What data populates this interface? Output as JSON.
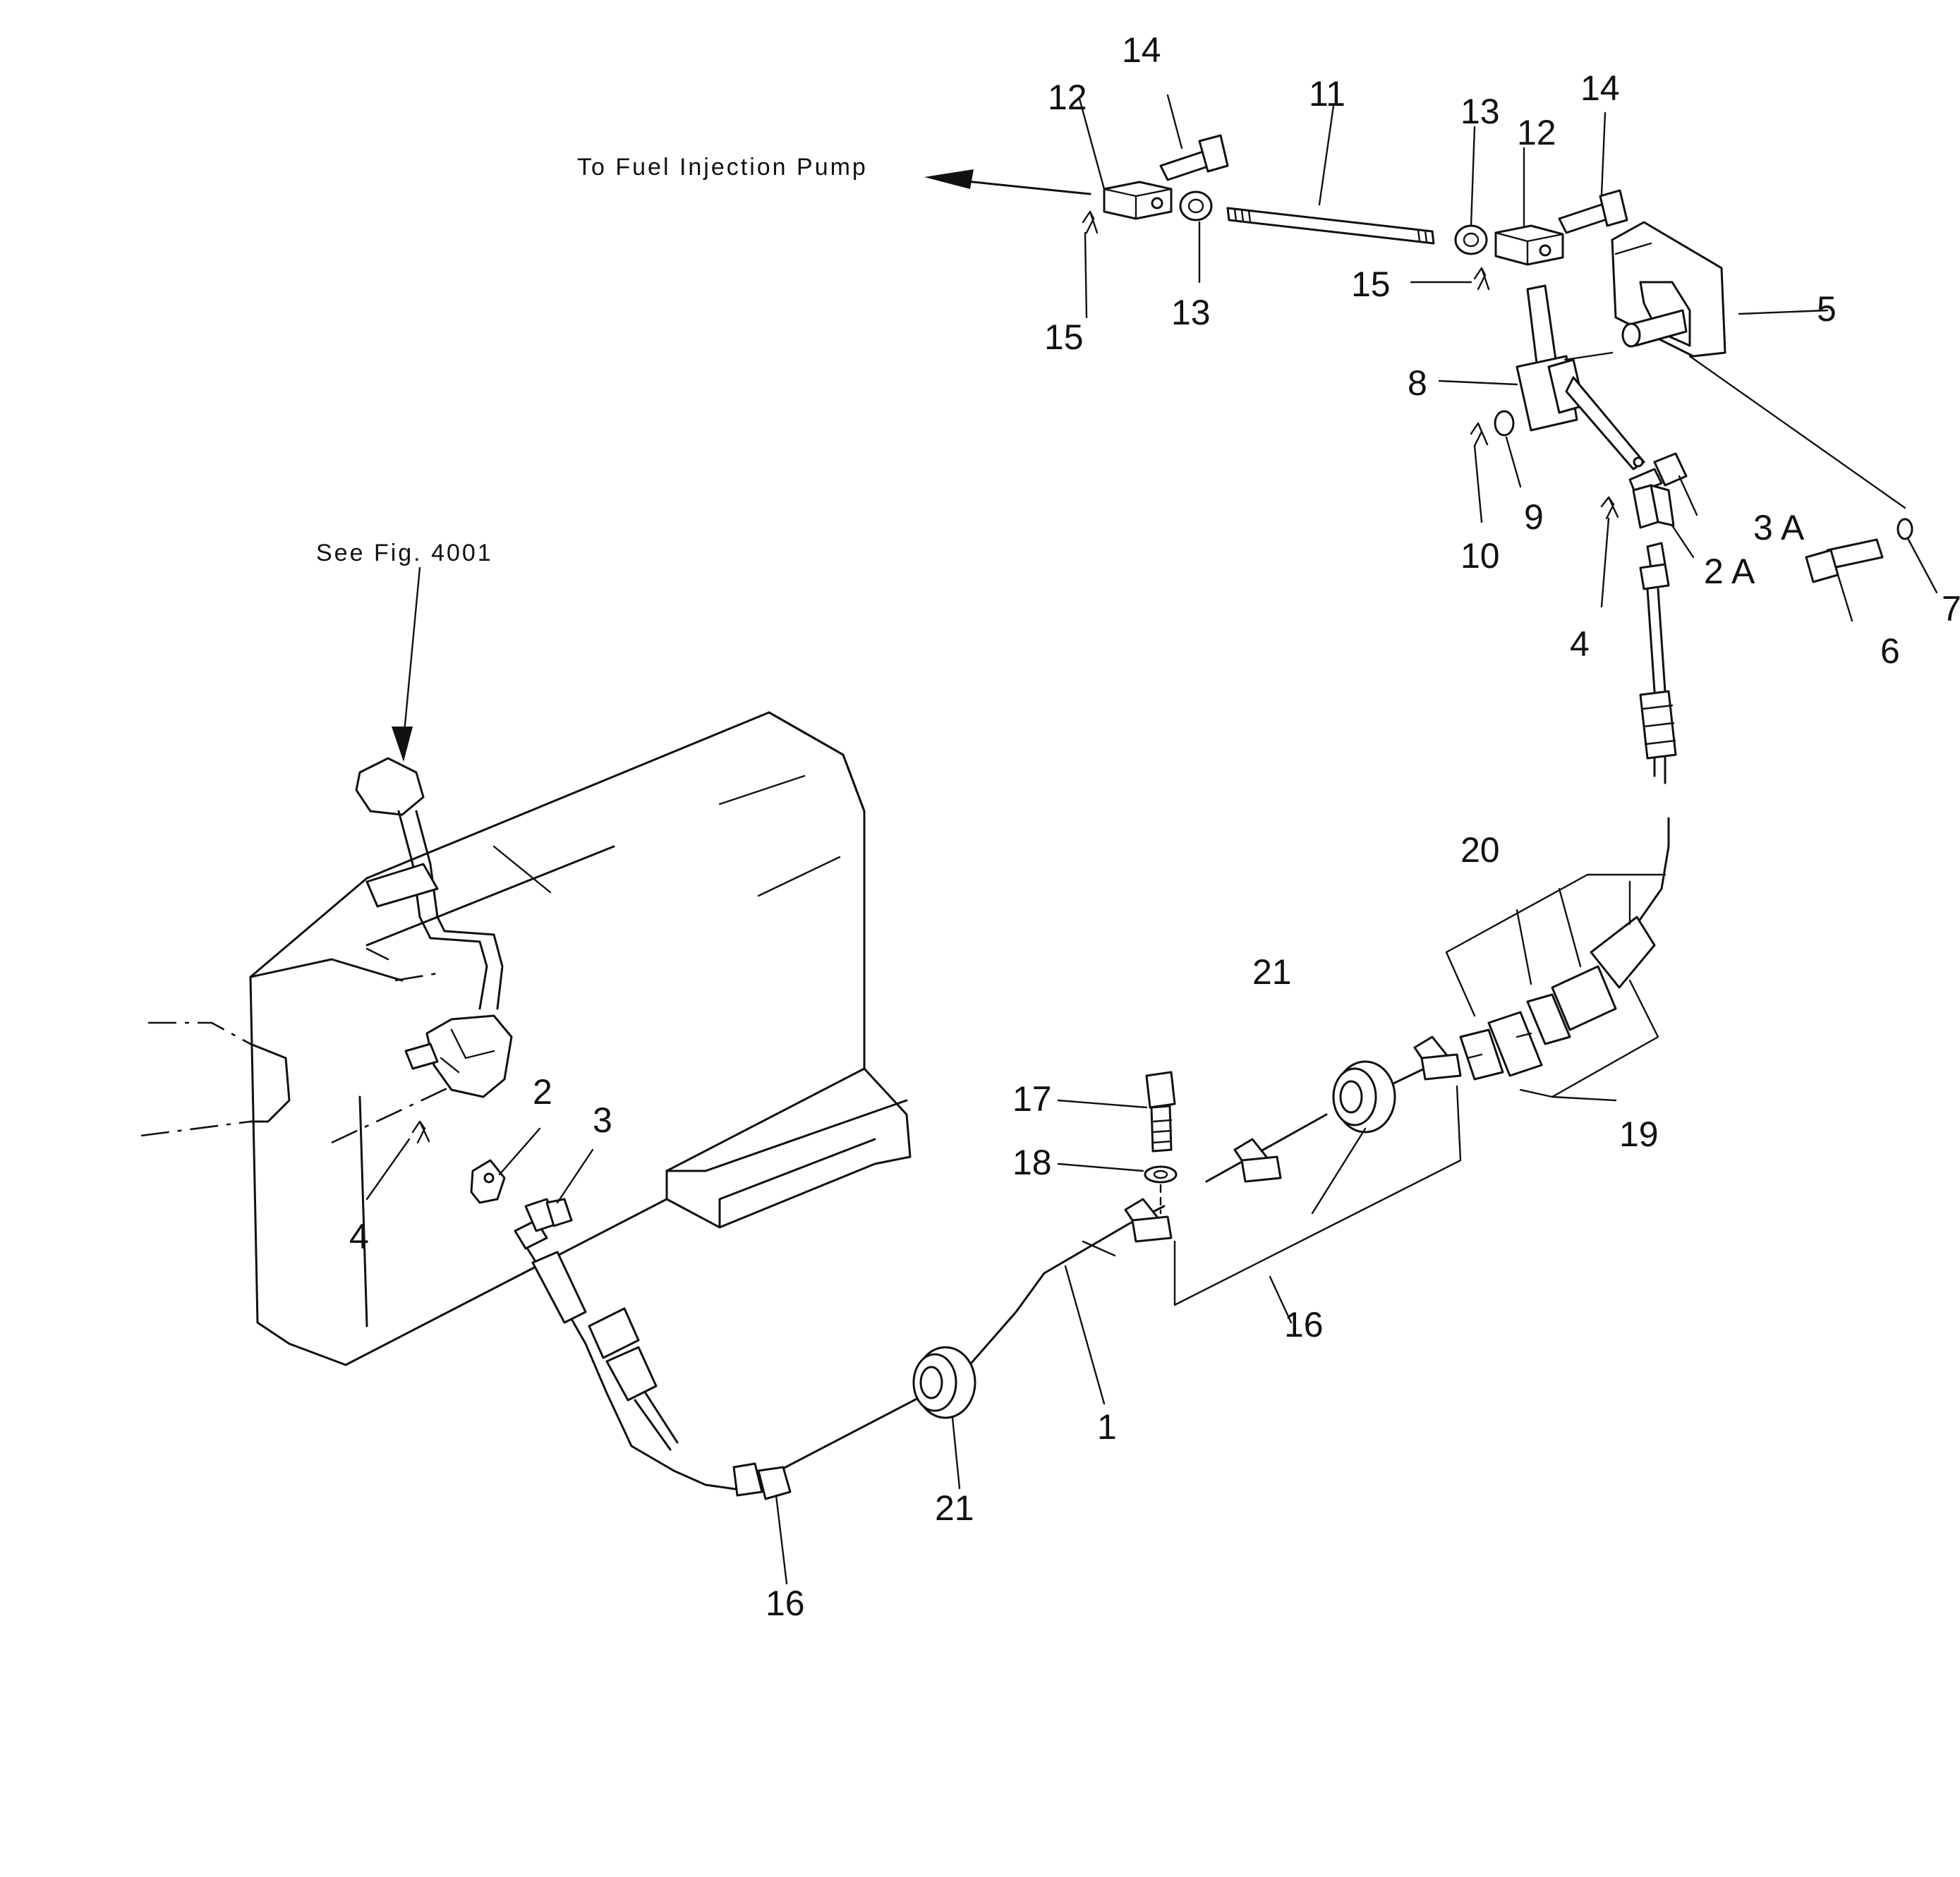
{
  "notes": {
    "fuel_pump": "To Fuel Injection Pump",
    "see_fig": "See Fig. 4001"
  },
  "callouts": {
    "c1": "1",
    "c2": "2",
    "c2a": "2 A",
    "c3": "3",
    "c3a": "3 A",
    "c4a": "4",
    "c4b": "4",
    "c5": "5",
    "c6": "6",
    "c7": "7",
    "c8": "8",
    "c9": "9",
    "c10": "10",
    "c11": "11",
    "c12a": "12",
    "c12b": "12",
    "c13a": "13",
    "c13b": "13",
    "c14a": "14",
    "c14b": "14",
    "c15a": "15",
    "c15b": "15",
    "c16a": "16",
    "c16b": "16",
    "c17": "17",
    "c18": "18",
    "c19": "19",
    "c20": "20",
    "c21a": "21",
    "c21b": "21"
  }
}
